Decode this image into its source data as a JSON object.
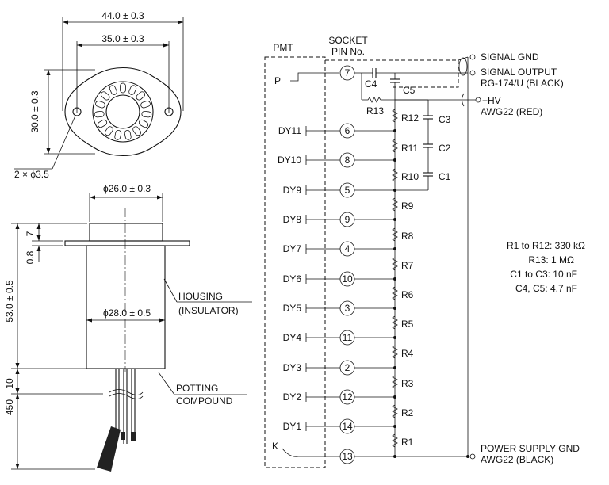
{
  "dimensions": {
    "flange_width": "44.0 ± 0.3",
    "hole_spacing": "35.0 ± 0.3",
    "flange_height": "30.0 ± 0.3",
    "holes": "2 × ϕ3.5",
    "top_diameter": "ϕ26.0 ± 0.3",
    "body_diameter": "ϕ28.0 ± 0.5",
    "dim_7": "7",
    "dim_0_8": "0.8",
    "dim_53": "53.0 ± 0.5",
    "dim_10": "10",
    "dim_450": "450"
  },
  "labels": {
    "housing": "HOUSING",
    "insulator": "(INSULATOR)",
    "potting": "POTTING",
    "compound": "COMPOUND"
  },
  "schematic": {
    "pmt_label": "PMT",
    "socket_label": "SOCKET",
    "pin_no_label": "PIN No.",
    "anode": "P",
    "cathode": "K",
    "dynodes": [
      {
        "name": "DY11",
        "pin": "6"
      },
      {
        "name": "DY10",
        "pin": "8"
      },
      {
        "name": "DY9",
        "pin": "5"
      },
      {
        "name": "DY8",
        "pin": "9"
      },
      {
        "name": "DY7",
        "pin": "4"
      },
      {
        "name": "DY6",
        "pin": "10"
      },
      {
        "name": "DY5",
        "pin": "3"
      },
      {
        "name": "DY4",
        "pin": "11"
      },
      {
        "name": "DY3",
        "pin": "2"
      },
      {
        "name": "DY2",
        "pin": "12"
      },
      {
        "name": "DY1",
        "pin": "14"
      }
    ],
    "anode_pin": "7",
    "cathode_pin": "13",
    "resistors": [
      "R13",
      "R12",
      "R11",
      "R10",
      "R9",
      "R8",
      "R7",
      "R6",
      "R5",
      "R4",
      "R3",
      "R2",
      "R1"
    ],
    "capacitors": [
      "C4",
      "C5",
      "C3",
      "C2",
      "C1"
    ],
    "outputs": {
      "signal_gnd": "SIGNAL GND",
      "signal_output": "SIGNAL OUTPUT",
      "signal_cable": "RG-174/U (BLACK)",
      "hv": "+HV",
      "hv_cable": "AWG22 (RED)",
      "power_gnd": "POWER SUPPLY GND",
      "power_cable": "AWG22 (BLACK)"
    },
    "values": [
      "R1 to R12: 330 kΩ",
      "R13: 1 MΩ",
      "C1 to C3: 10 nF",
      "C4, C5: 4.7 nF"
    ]
  }
}
